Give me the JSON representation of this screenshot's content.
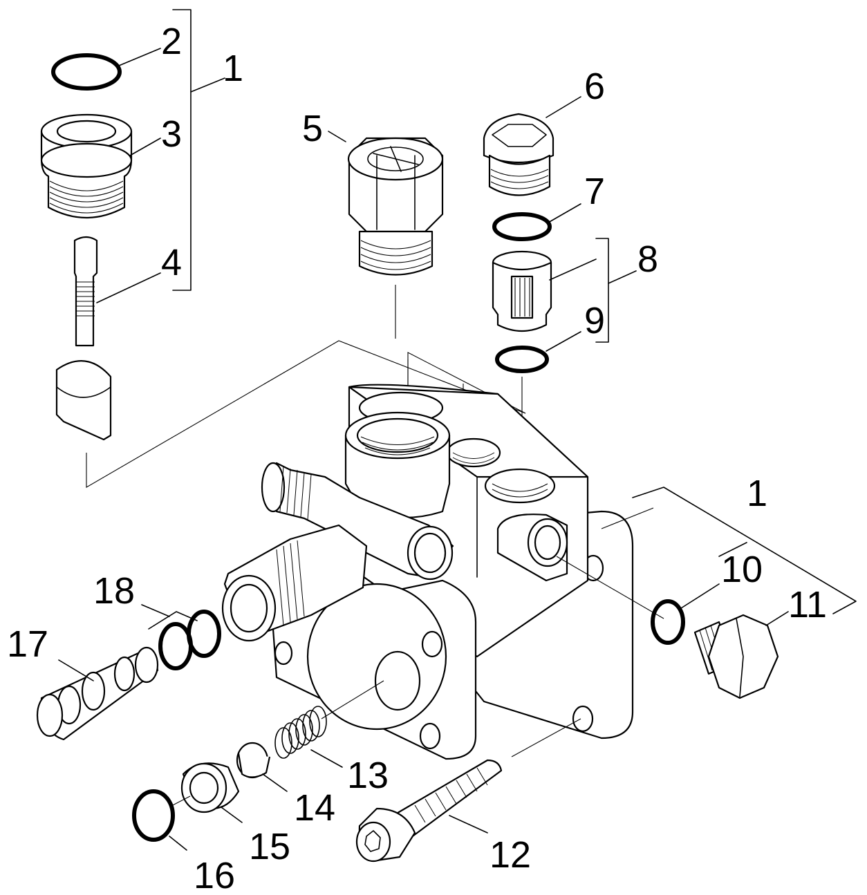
{
  "callouts": {
    "c1_top": "1",
    "c2": "2",
    "c3": "3",
    "c4": "4",
    "c5": "5",
    "c6": "6",
    "c7": "7",
    "c8": "8",
    "c9": "9",
    "c1_right": "1",
    "c10": "10",
    "c11": "11",
    "c12": "12",
    "c13": "13",
    "c14": "14",
    "c15": "15",
    "c16": "16",
    "c17": "17",
    "c18": "18"
  }
}
